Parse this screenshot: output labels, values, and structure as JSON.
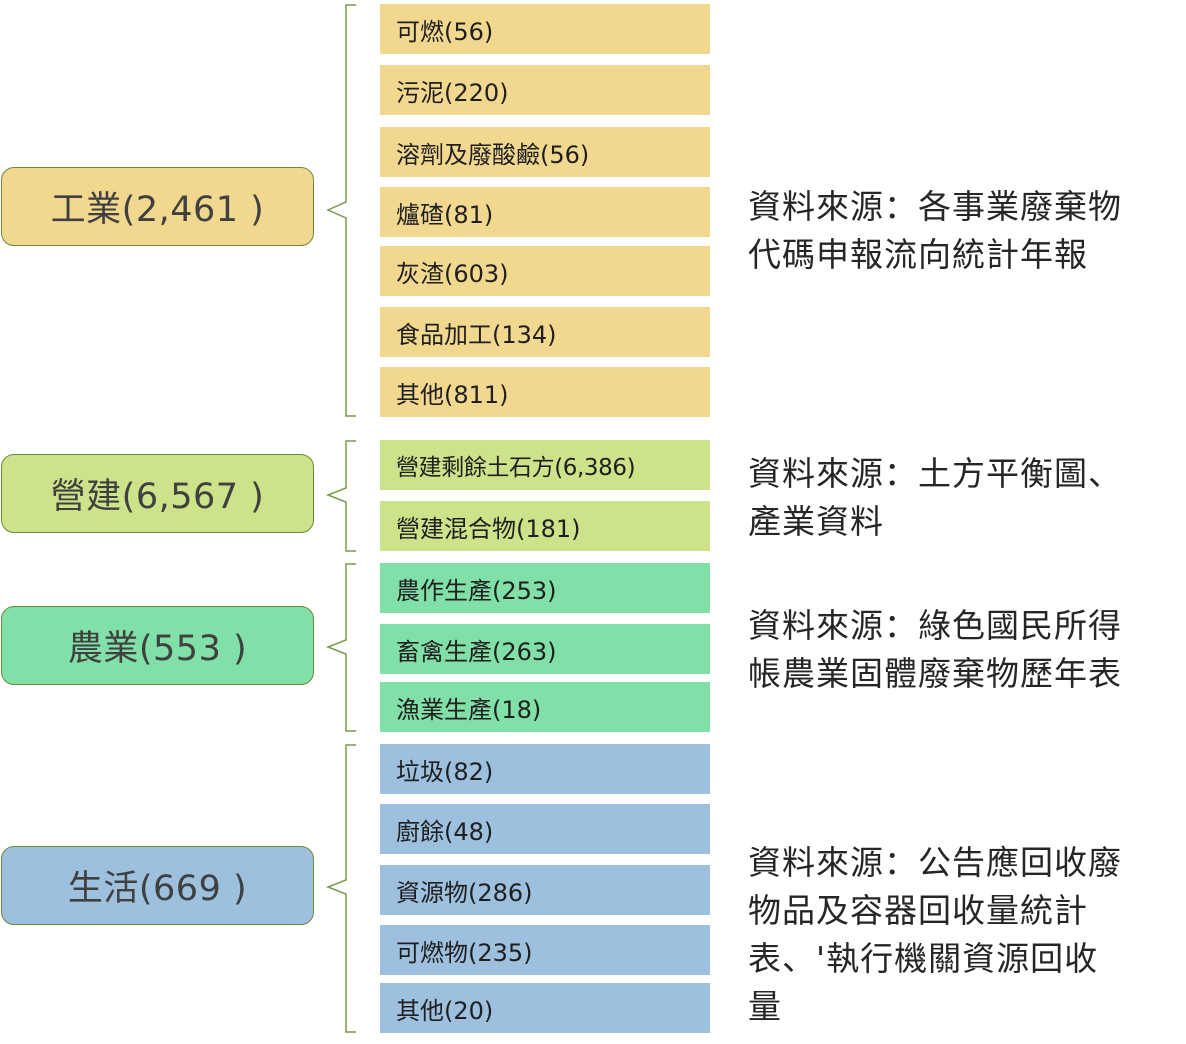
{
  "colors": {
    "industry": "#f2d88e",
    "construction": "#cde38a",
    "agriculture": "#80e0a8",
    "domestic": "#9dc0df",
    "bracket": "#7a9a4a",
    "category_border": "#6a8a3a"
  },
  "groups": [
    {
      "category": "工業(2,461 )",
      "items": [
        "可燃(56)",
        "污泥(220)",
        "溶劑及廢酸鹼(56)",
        "爐碴(81)",
        "灰渣(603)",
        "食品加工(134)",
        "其他(811)"
      ],
      "source": "資料來源：各事業廢棄物\n代碼申報流向統計年報"
    },
    {
      "category": "營建(6,567 )",
      "items": [
        "營建剩餘土石方(6,386)",
        "營建混合物(181)"
      ],
      "source": "資料來源：土方平衡圖、\n產業資料"
    },
    {
      "category": "農業(553 )",
      "items": [
        "農作生產(253)",
        "畜禽生產(263)",
        "漁業生產(18)"
      ],
      "source": "資料來源：綠色國民所得\n帳農業固體廢棄物歷年表"
    },
    {
      "category": "生活(669 )",
      "items": [
        "垃圾(82)",
        "廚餘(48)",
        "資源物(286)",
        "可燃物(235)",
        "其他(20)"
      ],
      "source": "資料來源：公告應回收廢\n物品及容器回收量統計\n表、'執行機關資源回收\n量"
    }
  ]
}
